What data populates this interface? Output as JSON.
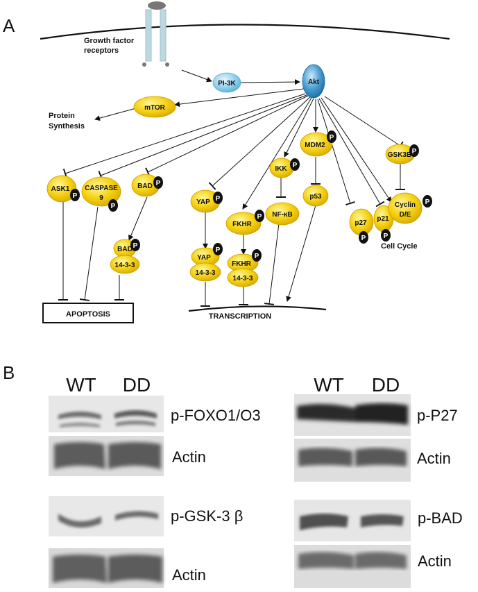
{
  "panel_a": {
    "letter": "A",
    "labels": {
      "growth_factor": [
        "Growth factor",
        "receptors"
      ],
      "protein_synthesis": [
        "Protein",
        "Synthesis"
      ],
      "cell_cycle": "Cell Cycle",
      "apoptosis": "APOPTOSIS",
      "transcription": "TRANSCRIPTION"
    },
    "nodes": {
      "pi3k": "PI-3K",
      "akt": "Akt",
      "mtor": "mTOR",
      "ask1": "ASK1",
      "caspase9": [
        "CASPASE",
        "9"
      ],
      "bad": "BAD",
      "bad_1433": [
        "BAD",
        "14-3-3"
      ],
      "yap": "YAP",
      "yap_1433": [
        "YAP",
        "14-3-3"
      ],
      "fkhr": "FKHR",
      "fkhr_1433": [
        "FKHR",
        "14-3-3"
      ],
      "ikk": "IKK",
      "nfkb": "NF-κB",
      "mdm2": "MDM2",
      "p53": "p53",
      "p27": "p27",
      "p21": "p21",
      "gsk3b": "GSK3B",
      "cyclin": [
        "Cyclin",
        "D/E"
      ]
    },
    "phospho": "P"
  },
  "panel_b": {
    "letter": "B",
    "lanes_left": [
      "WT",
      "DD"
    ],
    "lanes_right": [
      "WT",
      "DD"
    ],
    "blots": {
      "p_foxo": "p-FOXO1/O3",
      "actin_1": "Actin",
      "p_gsk": "p-GSK-3 β",
      "actin_2": "Actin",
      "p_p27": "p-P27",
      "actin_3": "Actin",
      "p_bad": "p-BAD",
      "actin_4": "Actin"
    }
  },
  "colors": {
    "node_fill": "#f2cf12",
    "node_stroke": "#c99a00",
    "pi3k_fill": "#8fd0ec",
    "akt_fill": "#3d8fc4",
    "phospho_fill": "#111111",
    "receptor": "#bcd9e2",
    "blot_bg": "#e6e6e6",
    "band": "#5a5a5a"
  }
}
